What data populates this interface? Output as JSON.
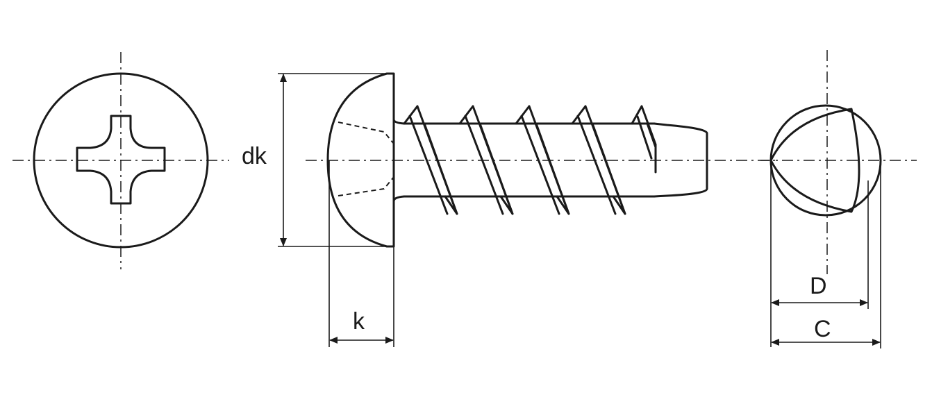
{
  "labels": {
    "dk": "dk",
    "k": "k",
    "D": "D",
    "C": "C"
  },
  "colors": {
    "line": "#1a1a1a",
    "background": "#ffffff"
  }
}
